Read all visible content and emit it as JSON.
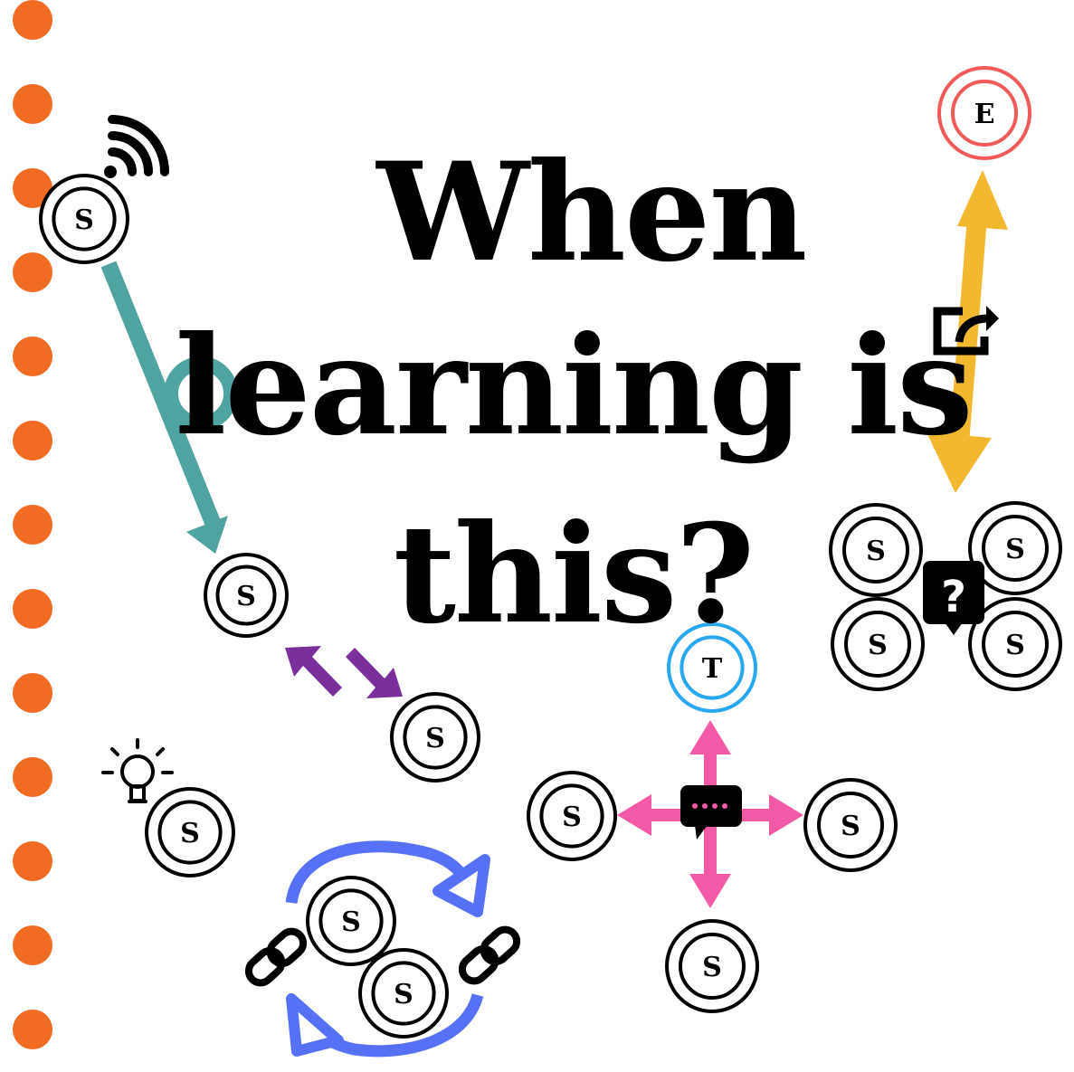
{
  "title": {
    "line1": "When",
    "line2": "learning is",
    "line3": "this?"
  },
  "node_labels": {
    "student": "S",
    "teacher": "T",
    "expert": "E"
  },
  "colors": {
    "dots": "#f26b22",
    "teal_arrow": "#4fa3a0",
    "purple_arrows": "#7a2f9b",
    "yellow_arrow": "#f2b830",
    "pink_arrows": "#f25aa8",
    "blue_cycle": "#5671f5",
    "expert_ring": "#f25a5a",
    "teacher_ring": "#29a8f2"
  },
  "icons": [
    "wifi-icon",
    "lightbulb-icon",
    "link-icon",
    "share-icon",
    "question-bubble-icon",
    "chat-bubble-icon"
  ]
}
